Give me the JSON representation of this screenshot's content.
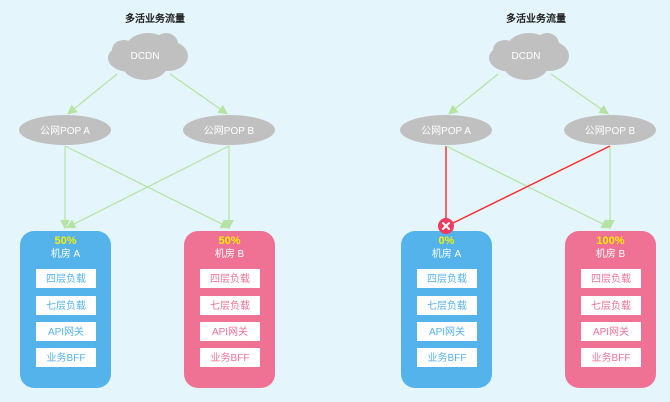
{
  "colors": {
    "background": "#e5f5fc",
    "room_a": "#55b3ec",
    "room_b": "#ef7295",
    "flow_ok": "#b4e3a2",
    "flow_fail": "#ff2a2a",
    "node": "#c0c0c0",
    "percent": "#f5f000",
    "fail_marker": "#ee3b5e"
  },
  "diagrams": [
    {
      "title": "多活业务流量",
      "cdn": "DCDN",
      "pops": [
        "公网POP A",
        "公网POP B"
      ],
      "rooms": [
        {
          "percent": "50%",
          "name": "机房 A",
          "layers": [
            "四层负载",
            "七层负载",
            "API网关",
            "业务BFF"
          ]
        },
        {
          "percent": "50%",
          "name": "机房 B",
          "layers": [
            "四层负载",
            "七层负载",
            "API网关",
            "业务BFF"
          ]
        }
      ],
      "failed_room": null
    },
    {
      "title": "多活业务流量",
      "cdn": "DCDN",
      "pops": [
        "公网POP A",
        "公网POP B"
      ],
      "rooms": [
        {
          "percent": "0%",
          "name": "机房 A",
          "layers": [
            "四层负载",
            "七层负载",
            "API网关",
            "业务BFF"
          ]
        },
        {
          "percent": "100%",
          "name": "机房 B",
          "layers": [
            "四层负载",
            "七层负载",
            "API网关",
            "业务BFF"
          ]
        }
      ],
      "failed_room": 0,
      "fail_icon": "close-icon"
    }
  ]
}
